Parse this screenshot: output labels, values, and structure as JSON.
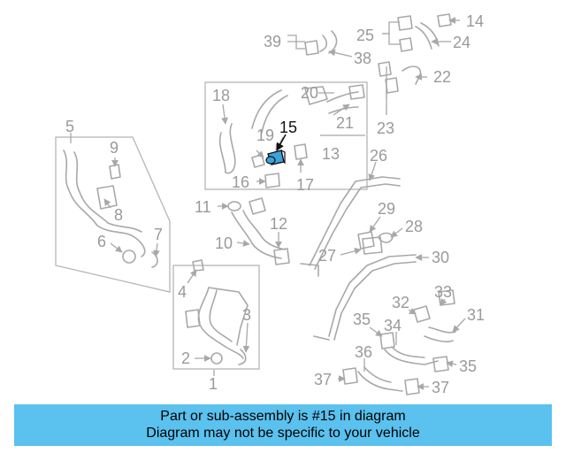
{
  "diagram": {
    "highlight_color": "#3aa3dc",
    "highlighted_callout": "15",
    "callouts": [
      "1",
      "2",
      "3",
      "4",
      "5",
      "6",
      "7",
      "8",
      "9",
      "10",
      "11",
      "12",
      "13",
      "14",
      "15",
      "16",
      "17",
      "18",
      "19",
      "20",
      "21",
      "22",
      "23",
      "24",
      "25",
      "26",
      "27",
      "28",
      "29",
      "30",
      "31",
      "32",
      "33",
      "34",
      "35",
      "36",
      "37",
      "38",
      "39"
    ]
  },
  "banner": {
    "color": "#5bc1ee",
    "line1": "Part or sub-assembly is #15 in diagram",
    "line2": "Diagram may not be specific to your vehicle"
  }
}
